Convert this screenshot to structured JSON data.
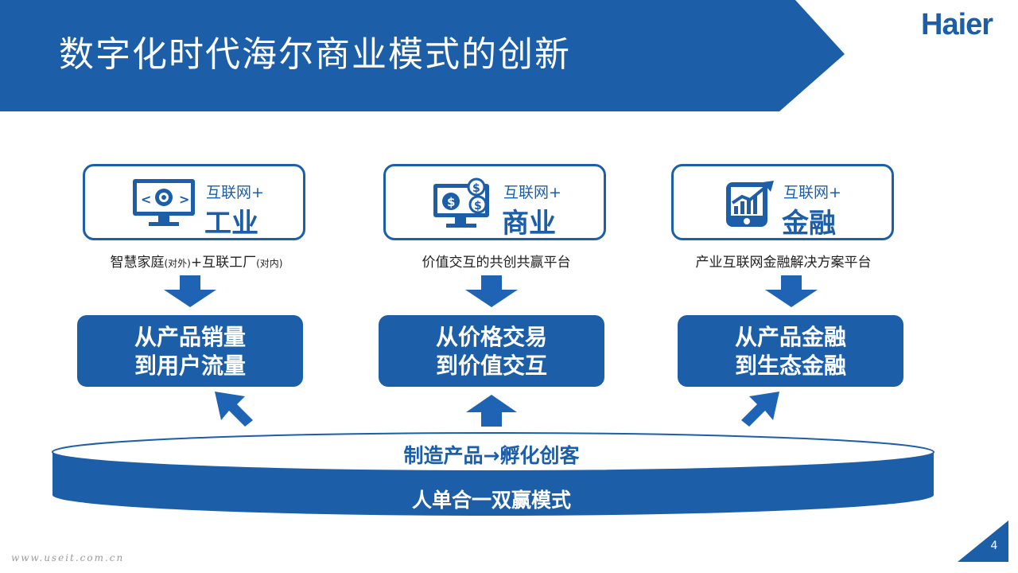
{
  "header": {
    "title": "数字化时代海尔商业模式的创新",
    "logo": "Haier"
  },
  "pillars": [
    {
      "icon": "monitor-gear-icon",
      "small": "互联网+",
      "big": "工业",
      "caption_a": "智慧家庭",
      "caption_a_note": "(对外)",
      "caption_b": "+互联工厂",
      "caption_b_note": "(对内)",
      "box_line1": "从产品销量",
      "box_line2": "到用户流量"
    },
    {
      "icon": "monitor-coins-icon",
      "small": "互联网+",
      "big": "商业",
      "caption": "价值交互的共创共赢平台",
      "box_line1": "从价格交易",
      "box_line2": "到价值交互"
    },
    {
      "icon": "tablet-chart-icon",
      "small": "互联网+",
      "big": "金融",
      "caption": "产业互联网金融解决方案平台",
      "box_line1": "从产品金融",
      "box_line2": "到生态金融"
    }
  ],
  "platform": {
    "top_label": "制造产品→孵化创客",
    "bottom_label": "人单合一双赢模式"
  },
  "footer": {
    "watermark": "www.useit.com.cn",
    "page_number": "4"
  },
  "colors": {
    "brand_blue": "#1d5ea8",
    "arrow_blue": "#1f63b4"
  }
}
